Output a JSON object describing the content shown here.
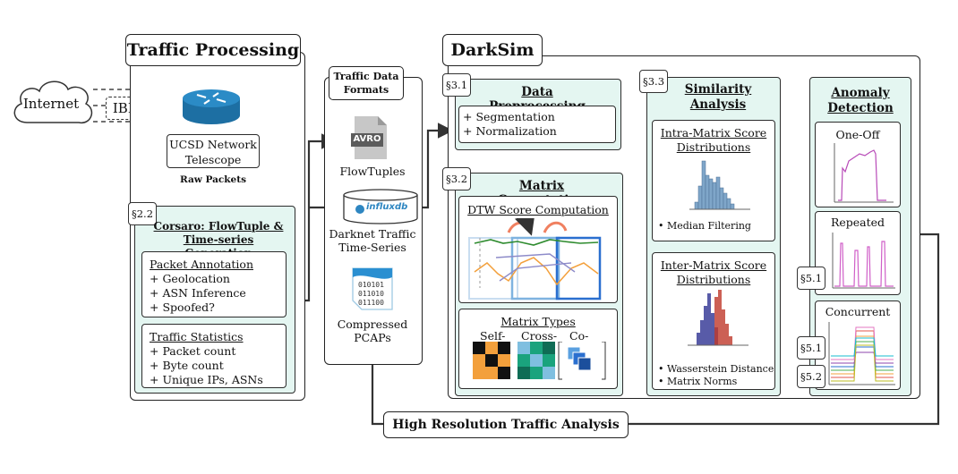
{
  "internet": {
    "cloud_label": "Internet",
    "ibr_label": "IBR"
  },
  "telescope": {
    "label": "UCSD Network Telescope"
  },
  "raw_packets": "Raw Packets",
  "traffic_processing": {
    "title": "Traffic Processing",
    "section_tag": "§2.2",
    "corsaro_title": "Corsaro: FlowTuple & Time-series Generation",
    "packet_annotation": {
      "title": "Packet Annotation",
      "items": [
        "+ Geolocation",
        "+ ASN Inference",
        "+ Spoofed?"
      ]
    },
    "traffic_statistics": {
      "title": "Traffic Statistics",
      "items": [
        "+ Packet count",
        "+ Byte count",
        "+ Unique IPs, ASNs"
      ]
    }
  },
  "formats": {
    "title": "Traffic Data Formats",
    "avro_label": "AVRO",
    "flowtuples": "FlowTuples",
    "influx_label": "influxdb",
    "darknet_ts": "Darknet Traffic Time-Series",
    "pcap_bits": [
      "010101",
      "011010",
      "011100"
    ],
    "pcaps": "Compressed PCAPs"
  },
  "darksim": {
    "title": "DarkSim",
    "preprocessing": {
      "tag": "§3.1",
      "title": "Data Preprocessing",
      "items": [
        "+ Segmentation",
        "+ Normalization"
      ]
    },
    "matrix": {
      "tag": "§3.2",
      "title": "Matrix Computation",
      "dtw_title": "DTW Score Computation",
      "types_title": "Matrix Types",
      "types": [
        "Self-",
        "Cross-",
        "Co-"
      ]
    },
    "similarity": {
      "tag": "§3.3",
      "title": "Similarity Analysis",
      "intra_title": "Intra-Matrix Score Distributions",
      "intra_items": [
        "• Median Filtering"
      ],
      "inter_title": "Inter-Matrix Score Distributions",
      "inter_items": [
        "• Wasserstein Distance",
        "• Matrix Norms"
      ]
    },
    "anomaly": {
      "title": "Anomaly Detection",
      "types": [
        "One-Off",
        "Repeated",
        "Concurrent"
      ],
      "tags": [
        "§5.1",
        "§5.1",
        "§5.2"
      ]
    }
  },
  "hi_res": "High Resolution Traffic Analysis",
  "colors": {
    "teal": "#e4f6f1",
    "orange": "#f3a03c",
    "green": "#2e8b2e",
    "blue": "#2a6fcf",
    "accent_blue": "#7fa6c9",
    "red": "#c0392b",
    "pink": "#d05fc8"
  }
}
